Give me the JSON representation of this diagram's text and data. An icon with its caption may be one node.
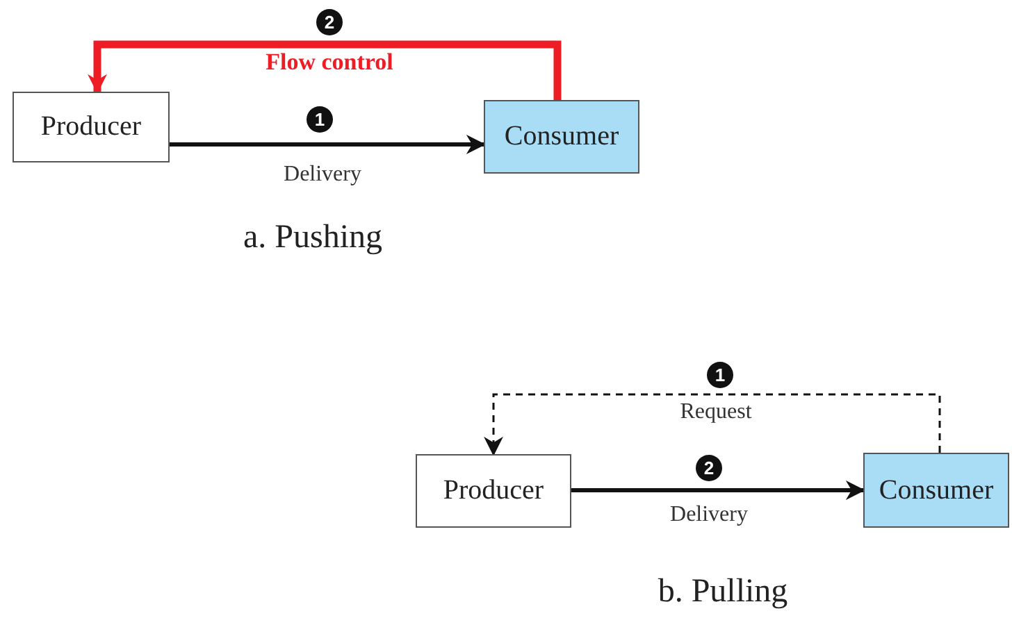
{
  "diagram": {
    "nodes": [
      {
        "text": [
          "Producer"
        ]
      },
      {
        "text": [
          "Consumer"
        ]
      },
      {
        "text": [
          "Producer"
        ]
      },
      {
        "text": [
          "Consumer"
        ]
      }
    ],
    "edges": [
      {
        "from": 0,
        "to": 1,
        "arrow": "to",
        "label": "Delivery"
      },
      {
        "from": 1,
        "to": 0,
        "arrow": "to",
        "label": "Flow control",
        "style": "thick",
        "color": "#ee1c25"
      },
      {
        "from": 3,
        "to": 2,
        "arrow": "to",
        "label": "Request",
        "style": "dashed"
      },
      {
        "from": 2,
        "to": 3,
        "arrow": "to",
        "label": "Delivery"
      }
    ],
    "labels": [
      "2",
      "1",
      "a. Pushing",
      "1",
      "2",
      "b. Pulling"
    ]
  }
}
